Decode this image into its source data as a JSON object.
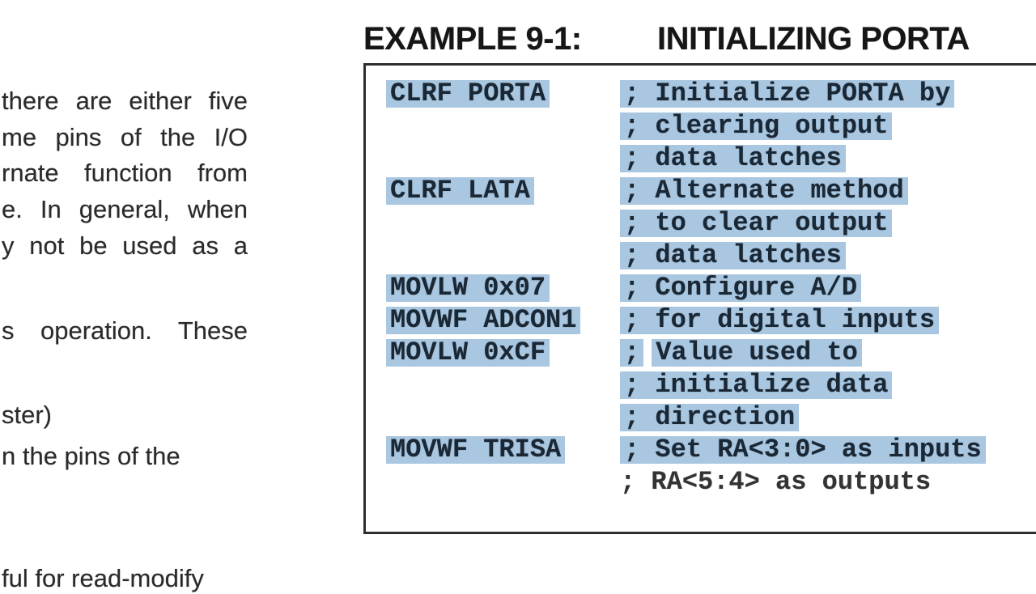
{
  "page": {
    "left_column": {
      "lines": [
        "there are either five",
        "me pins of the I/O",
        "rnate function from",
        "e. In general, when",
        "y not be used as a",
        "s operation. These",
        "ster)",
        "n the pins of the",
        "ful for read-modify"
      ]
    },
    "example": {
      "label": "EXAMPLE 9-1:",
      "title": "INITIALIZING PORTA",
      "code_lines": [
        {
          "opcode": "CLRF PORTA",
          "comment": "; Initialize PORTA by",
          "highlighted": true,
          "split_semicolon": false
        },
        {
          "opcode": "",
          "comment": "; clearing output",
          "highlighted": true,
          "split_semicolon": false
        },
        {
          "opcode": "",
          "comment": "; data latches",
          "highlighted": true,
          "split_semicolon": false
        },
        {
          "opcode": "CLRF LATA",
          "comment": "; Alternate method",
          "highlighted": true,
          "split_semicolon": false
        },
        {
          "opcode": "",
          "comment": "; to clear output",
          "highlighted": true,
          "split_semicolon": false
        },
        {
          "opcode": "",
          "comment": "; data latches",
          "highlighted": true,
          "split_semicolon": false
        },
        {
          "opcode": "MOVLW 0x07",
          "comment": "; Configure A/D",
          "highlighted": true,
          "split_semicolon": false
        },
        {
          "opcode": "MOVWF ADCON1",
          "comment": "; for digital inputs",
          "highlighted": true,
          "split_semicolon": false
        },
        {
          "opcode": "MOVLW 0xCF",
          "comment": "; Value used to",
          "highlighted": true,
          "split_semicolon": true
        },
        {
          "opcode": "",
          "comment": "; initialize data",
          "highlighted": true,
          "split_semicolon": false
        },
        {
          "opcode": "",
          "comment": "; direction",
          "highlighted": true,
          "split_semicolon": false
        },
        {
          "opcode": "MOVWF TRISA",
          "comment": "; Set RA<3:0> as inputs",
          "highlighted": true,
          "split_semicolon": false
        },
        {
          "opcode": "",
          "comment": "; RA<5:4> as outputs",
          "highlighted": false,
          "split_semicolon": false
        }
      ]
    },
    "colors": {
      "selection_highlight": "#a9c7e0",
      "code_text": "#1a2735",
      "plain_code_text": "#333333",
      "title_text": "#161616",
      "body_text": "#2a2a2a",
      "box_border": "#2e2e2e",
      "background": "#ffffff"
    }
  }
}
